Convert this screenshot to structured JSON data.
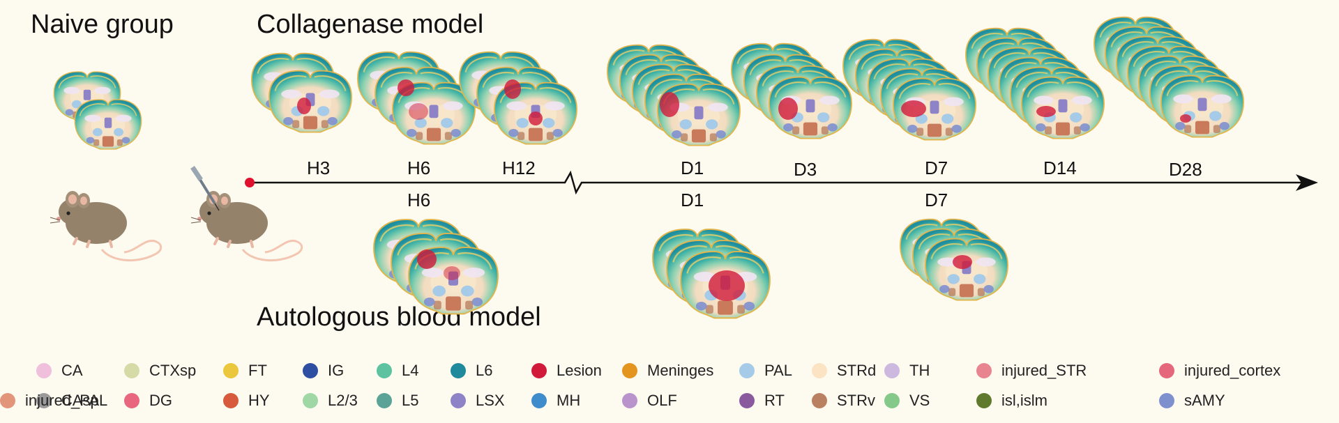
{
  "titles": {
    "naive": "Naive group",
    "collagenase": "Collagenase model",
    "autologous": "Autologous blood model"
  },
  "timeline": {
    "top_labels": [
      "H3",
      "H6",
      "H12",
      "D1",
      "D3",
      "D7",
      "D14",
      "D28"
    ],
    "bottom_labels": [
      "H6",
      "D1",
      "D7"
    ]
  },
  "legend": [
    {
      "label": "CA",
      "color": "#f0bfdc"
    },
    {
      "label": "CTXsp",
      "color": "#d4dba7"
    },
    {
      "label": "FT",
      "color": "#ebc73d"
    },
    {
      "label": "IG",
      "color": "#2d4ea1"
    },
    {
      "label": "L4",
      "color": "#5cc2a0"
    },
    {
      "label": "L6",
      "color": "#1e8a9c"
    },
    {
      "label": "Lesion",
      "color": "#d11a3a"
    },
    {
      "label": "Meninges",
      "color": "#e3951f"
    },
    {
      "label": "PAL",
      "color": "#a6cbe8"
    },
    {
      "label": "STRd",
      "color": "#fbe3c3"
    },
    {
      "label": "TH",
      "color": "#cdb9df"
    },
    {
      "label": "injured_STR",
      "color": "#e7848f"
    },
    {
      "label": "injured_cortex",
      "color": "#e5677b"
    },
    {
      "label": "CAsp",
      "color": "#9a9a9a"
    },
    {
      "label": "DG",
      "color": "#e8667e"
    },
    {
      "label": "HY",
      "color": "#d65a3b"
    },
    {
      "label": "L2/3",
      "color": "#9fd8a5"
    },
    {
      "label": "L5",
      "color": "#5aa396"
    },
    {
      "label": "LSX",
      "color": "#8f83c7"
    },
    {
      "label": "MH",
      "color": "#3f8ccd"
    },
    {
      "label": "OLF",
      "color": "#b993cb"
    },
    {
      "label": "RT",
      "color": "#8a5a9e"
    },
    {
      "label": "STRv",
      "color": "#b98162"
    },
    {
      "label": "VS",
      "color": "#85c98a"
    },
    {
      "label": "isl,islm",
      "color": "#5f7a2c"
    },
    {
      "label": "sAMY",
      "color": "#7f90cf"
    },
    {
      "label": "injured_PAL",
      "color": "#e2957a"
    }
  ]
}
